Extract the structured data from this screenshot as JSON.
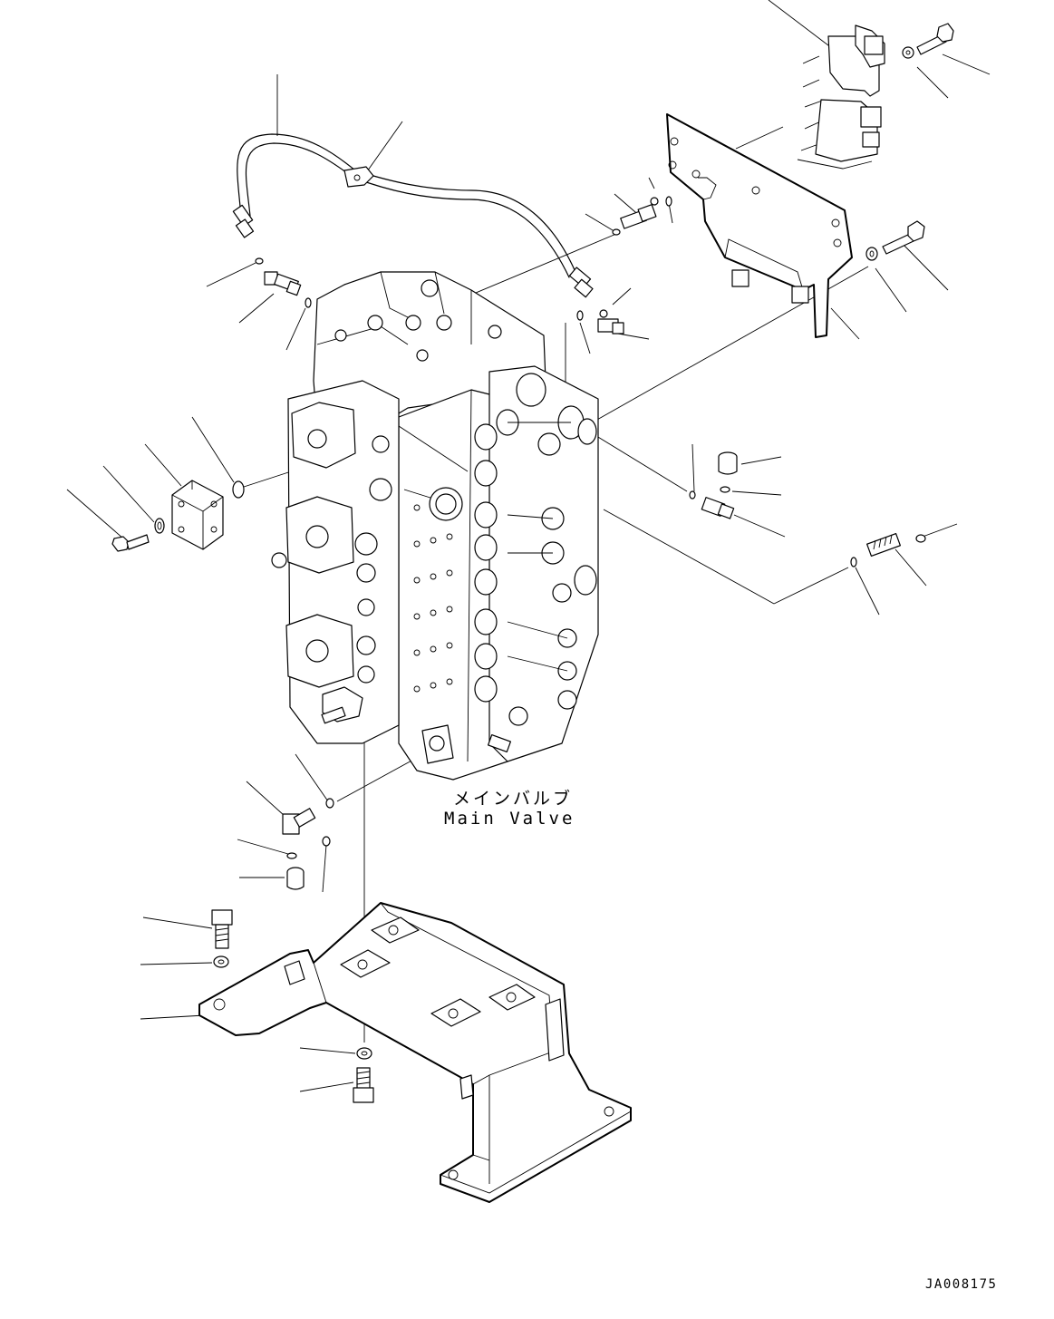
{
  "diagram": {
    "main_component": {
      "name_jp": "メインバルブ",
      "name_en": "Main Valve"
    },
    "drawing_number": "JA008175",
    "icons": [
      "main-valve",
      "hose",
      "bracket",
      "plate",
      "bolt",
      "washer",
      "o-ring",
      "elbow-fitting",
      "connector",
      "cap",
      "cover-plate"
    ]
  }
}
